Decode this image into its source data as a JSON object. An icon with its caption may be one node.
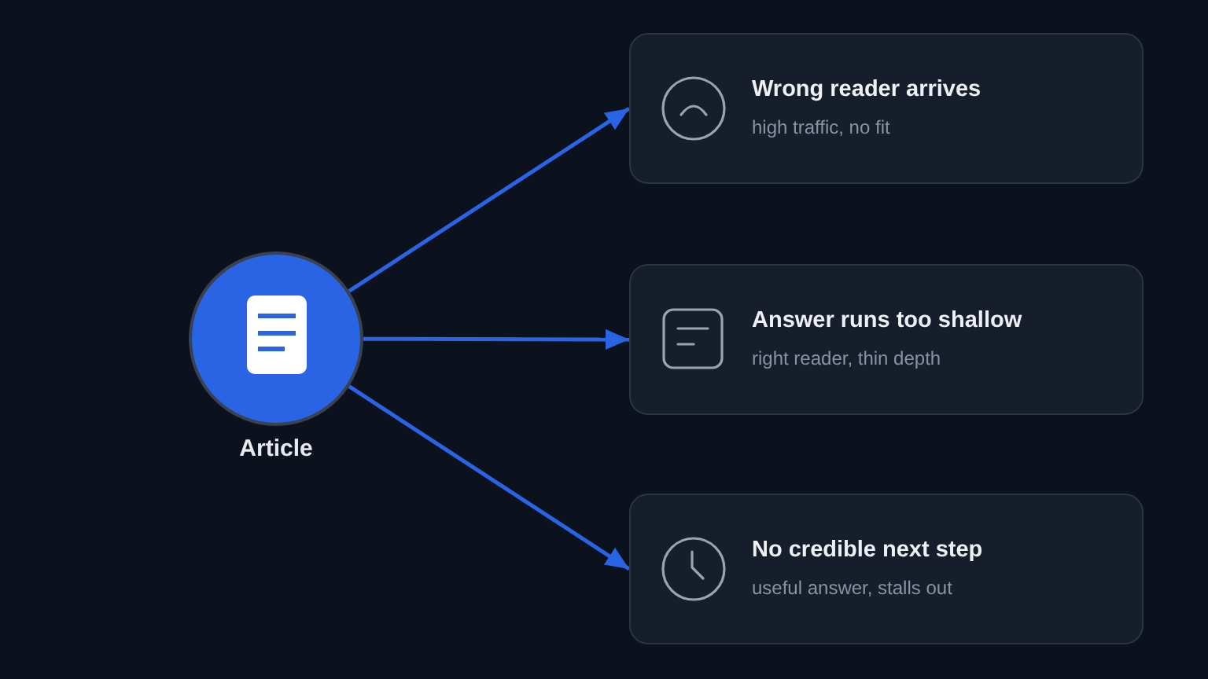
{
  "diagram": {
    "nodes": [
      {
        "text": [
          "Article"
        ]
      },
      {
        "text": [
          "Wrong reader arrives",
          "high traffic, no fit"
        ]
      },
      {
        "text": [
          "Answer runs too shallow",
          "right reader, thin depth"
        ]
      },
      {
        "text": [
          "No credible next step",
          "useful answer, stalls out"
        ]
      }
    ],
    "edges": [
      {
        "from": 0,
        "to": 1,
        "arrow": "to"
      },
      {
        "from": 0,
        "to": 2,
        "arrow": "to"
      },
      {
        "from": 0,
        "to": 3,
        "arrow": "to"
      }
    ]
  }
}
